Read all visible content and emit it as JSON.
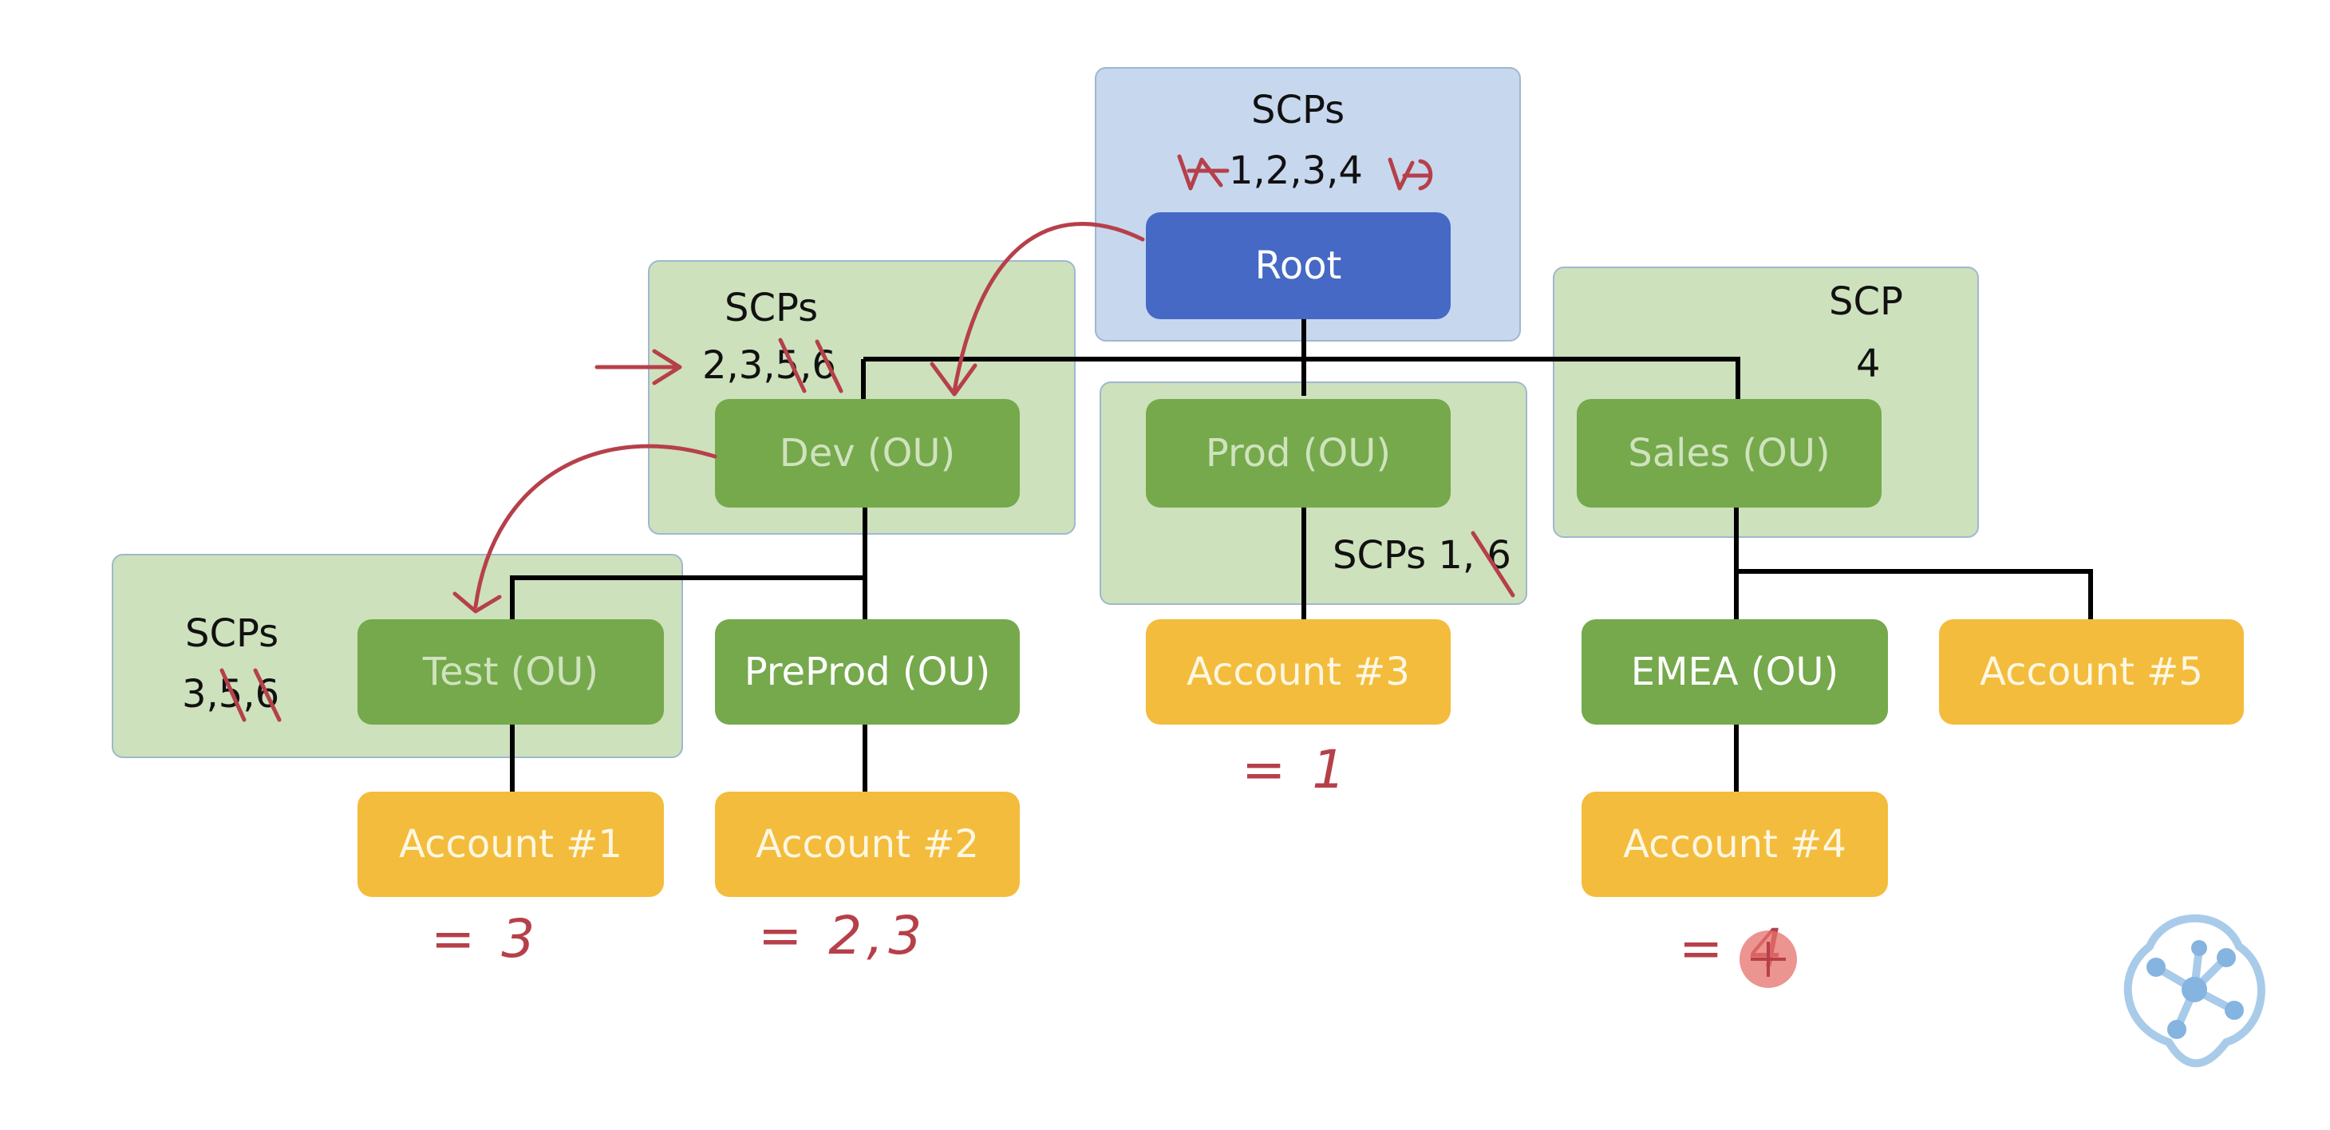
{
  "diagram": {
    "nodes": {
      "root": "Root",
      "dev": "Dev (OU)",
      "prod": "Prod (OU)",
      "sales": "Sales (OU)",
      "test": "Test (OU)",
      "preprod": "PreProd (OU)",
      "emea": "EMEA (OU)",
      "account1": "Account #1",
      "account2": "Account #2",
      "account3": "Account #3",
      "account4": "Account #4",
      "account5": "Account #5"
    },
    "policies": {
      "root_title": "SCPs",
      "root_values": "1,2,3,4",
      "dev_title": "SCPs",
      "dev_values": "2,3,5,6",
      "sales_title": "SCP",
      "sales_values": "4",
      "prod_text": "SCPs 1, 6",
      "test_title": "SCPs",
      "test_values": "3,5,6"
    },
    "annotations": {
      "account1_effective": "= 3",
      "account2_effective": "= 2,3",
      "account3_effective": "= 1",
      "account4_effective": "= 4"
    },
    "colors": {
      "root": "#4569c4",
      "ou": "#75a94c",
      "account": "#f3bc3c",
      "region_green": "#cde1bd",
      "region_blue": "#c7d8ee",
      "ink": "#b6404a"
    },
    "icons": {
      "watermark": "network-logo-icon"
    }
  }
}
